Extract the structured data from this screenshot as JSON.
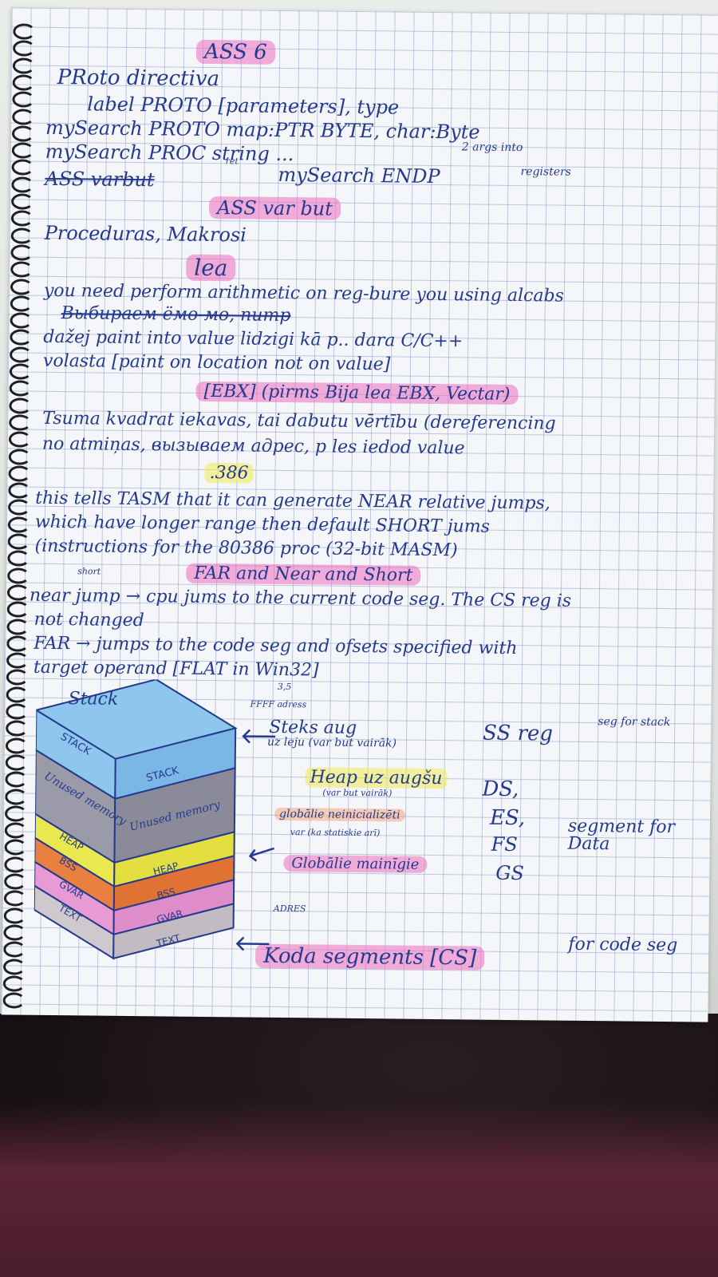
{
  "heading_ass6": "ASS 6",
  "proto_title": "PRoto directiva",
  "proto_syntax": "label PROTO [parameters], type",
  "proto_example": "mySearch PROTO map:PTR BYTE, char:Byte",
  "proc_line": "mySearch PROC string ...",
  "args_note": "2 args into",
  "registers_note": "registers",
  "ret_note": "ret",
  "endp_line": "mySearch ENDP",
  "ass_crossed": "ASS varbut",
  "heading_ass_var": "ASS var but",
  "procedures_line": "Proceduras, Makrosi",
  "heading_lea": "lea",
  "lea_line1": "you need perform arithmetic on reg-bure you using alcabs",
  "lea_line2": "Выбираем ёмо-мо, nump",
  "lea_line3": "dažej paint into value lidzigi kā p.. dara C/C++",
  "lea_line4": "volasta [paint on location not on value]",
  "ebx_line": "[EBX] (pirms Bija lea EBX, Vectar)",
  "lea_line5": "Tsuma kvadrat iekavas, tai dabutu vērtību (dereferencing",
  "lea_line6": "no atmiņas, вызываем адрес, p les iedod value",
  "heading_386": ".386",
  "tasm_line1": "this tells TASM that it can generate NEAR relative jumps,",
  "tasm_line2": "which have longer range then default SHORT jums",
  "tasm_line3": "(instructions for the 80386 proc (32-bit MASM)",
  "far_heading": "FAR and Near and Short",
  "short_note": "short",
  "near_line1": "near jump → cpu jums to the current code seg. The CS reg is",
  "near_line2": "not changed",
  "far_line1": "FAR → jumps to the code seg and ofsets specified with",
  "far_line2": "target operand [FLAT in Win32]",
  "label_35": "3,5",
  "stack_title": "Stack",
  "ffff_note": "FFFF adress",
  "stack_desc": "Steks aug",
  "stack_desc2": "uz leju (var but vairāk)",
  "ss_reg": "SS reg",
  "seg_for_stack": "seg for stack",
  "heap_desc": "Heap uz augšu",
  "heap_desc2": "(var but vairāk)",
  "globals_uninit": "globālie neinicializēti",
  "globals_uninit2": "var (ka statiskie arī)",
  "globals_init": "Globālie mainīgie",
  "adres_note": "ADRES",
  "code_segment": "Koda segments [CS]",
  "for_code_seg": "for code seg",
  "ds_reg": "DS,",
  "es_reg": "ES,",
  "fs_reg": "FS",
  "gs_reg": "GS",
  "segment_for_data": "segment for Data",
  "cube_layers": [
    "STACK",
    "Unused memory",
    "HEAP",
    "BSS",
    "GVAR",
    "TEXT"
  ],
  "colors": {
    "ink": "#243a8c",
    "stack": "#8fc6ee",
    "unused": "#9a9aa8",
    "heap": "#eae84e",
    "bss": "#e9803f",
    "gvar": "#e79ad3",
    "text": "#cfc8cf"
  }
}
